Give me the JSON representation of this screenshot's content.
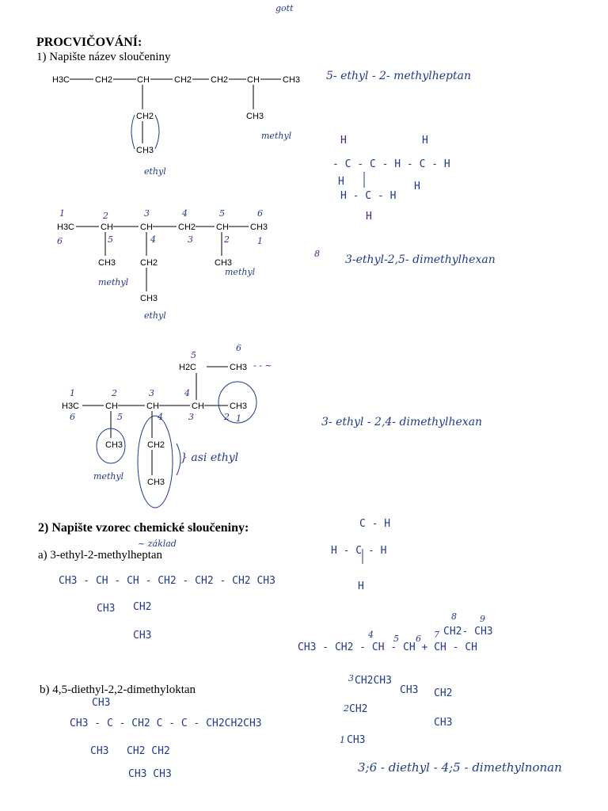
{
  "top_mark": "gott",
  "heading": "PROCVIČOVÁNÍ:",
  "task1": "1) Napište název sloučeniny",
  "task2": "2) Napište vzorec chemické sloučeniny:",
  "task2a": "a) 3-ethyl-2-methylheptan",
  "task2b": "b) 4,5-diethyl-2,2-dimethyloktan",
  "s1": {
    "main": [
      "H3C",
      "CH2",
      "CH",
      "CH2",
      "CH2",
      "CH",
      "CH3"
    ],
    "b1": [
      "CH2",
      "CH3"
    ],
    "b2": "CH3",
    "hw_ethyl": "ethyl",
    "hw_methyl": "methyl",
    "answer": "5- ethyl - 2- methylheptan"
  },
  "s1_side": {
    "r1": [
      "H",
      "H"
    ],
    "r2": "- C - C - H - C - H",
    "r3": [
      "H",
      "H"
    ],
    "r4": "H - C - H",
    "r5": "H"
  },
  "s2": {
    "nums_top": [
      "1",
      "2",
      "3",
      "4",
      "5",
      "6"
    ],
    "main": [
      "H3C",
      "CH",
      "CH",
      "CH2",
      "CH",
      "CH3"
    ],
    "nums_bottom": [
      "6",
      "5",
      "4",
      "3",
      "2",
      "1"
    ],
    "b_left": "CH3",
    "b_mid": [
      "CH2",
      "CH3"
    ],
    "b_right": "CH3",
    "hw_methyl_l": "methyl",
    "hw_methyl_r": "methyl",
    "hw_ethyl": "ethyl",
    "mark": "8",
    "answer": "3-ethyl-2,5- dimethylhexan"
  },
  "s3": {
    "nums_top": [
      "1",
      "2",
      "3",
      "4",
      "5",
      "6"
    ],
    "top": [
      "H2C",
      "CH3"
    ],
    "main": [
      "H3C",
      "CH",
      "CH",
      "CH",
      "CH3"
    ],
    "nums_bottom": [
      "6",
      "5",
      "4",
      "3",
      "2",
      "1"
    ],
    "b_left": "CH3",
    "b_mid": [
      "CH2",
      "CH3"
    ],
    "hw_methyl": "methyl",
    "hw_also": "} asi ethyl",
    "hw_dash": "- - ~",
    "answer": "3- ethyl - 2,4- dimethylhexan"
  },
  "hw_corner": {
    "r1": "C - H",
    "r2": "H - C - H",
    "r3": "H"
  },
  "hw_a": {
    "note": "~ základ",
    "main": "CH3 - CH - CH - CH2 - CH2 - CH2 CH3",
    "b1": "CH3",
    "b2": [
      "CH2",
      "CH3"
    ]
  },
  "hw_b": {
    "main": "CH3 - C - CH2 C - C - CH2CH2CH3",
    "top": "CH3",
    "bot": [
      "CH3",
      "CH2 CH2",
      "CH3  CH3"
    ]
  },
  "hw_right": {
    "nums": [
      "8",
      "9",
      "7",
      "6",
      "5",
      "4",
      "3",
      "2",
      "1"
    ],
    "top": "CH2- CH3",
    "main": "CH3 - CH2 - CH - CH + CH - CH",
    "b": [
      "CH2CH3",
      "CH3",
      "CH2",
      "CH2",
      "CH3",
      "CH3"
    ],
    "answer": "3;6 - diethyl - 4;5 - dimethylnonan"
  }
}
